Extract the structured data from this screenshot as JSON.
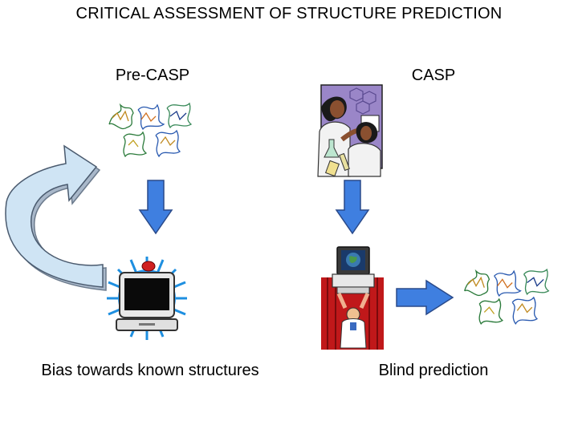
{
  "title": "CRITICAL ASSESSMENT OF STRUCTURE PREDICTION",
  "columns": {
    "left": {
      "label": "Pre-CASP",
      "caption": "Bias towards known structures",
      "icons": [
        "protein-structure-icon",
        "down-arrow-icon",
        "computer-monitor-icon"
      ]
    },
    "right": {
      "label": "CASP",
      "caption": "Blind prediction",
      "icons": [
        "scientists-lab-icon",
        "down-arrow-icon",
        "computer-presenter-icon",
        "right-arrow-icon",
        "protein-structure-icon"
      ]
    }
  },
  "colors": {
    "arrow_blue": "#3f7fe0",
    "curved_arrow_fill": "#cfe4f4",
    "curved_arrow_shadow": "#a9b8ca",
    "monitor_blue": "#1e8fe0",
    "lab_purple": "#9a86c8",
    "curtain_red": "#c0181a"
  }
}
